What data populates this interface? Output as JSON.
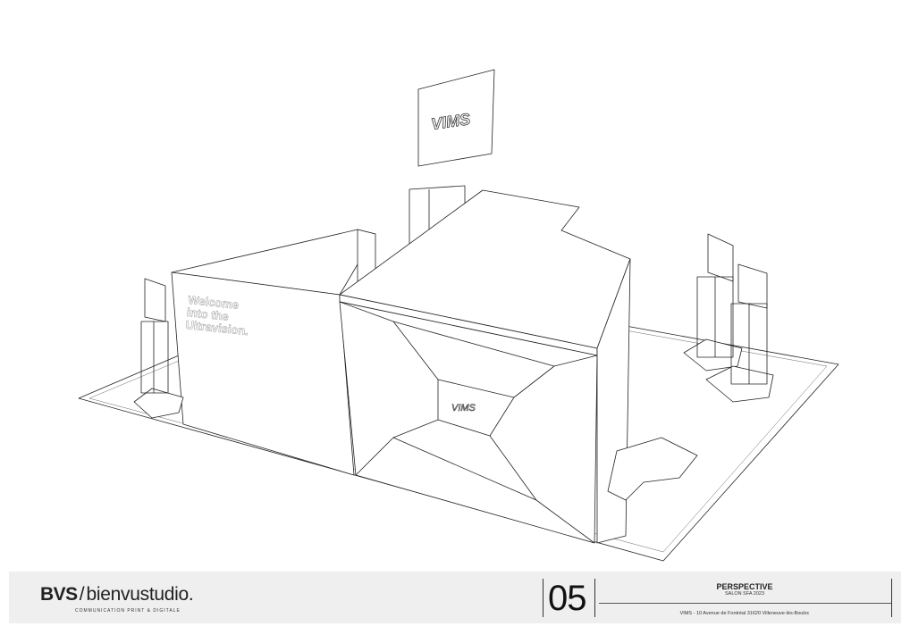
{
  "drawing": {
    "wall_text": [
      "Welcome",
      "into the",
      "Ultravision."
    ],
    "sign_logo": "VIMS",
    "front_logo": "VIMS"
  },
  "title_block": {
    "logo_bold": "BVS",
    "logo_slash": "/",
    "logo_name": "bienvustudio.",
    "tagline": "COMMUNICATION PRINT & DIGITALE",
    "sheet_number": "05",
    "title": "PERSPECTIVE",
    "subtitle": "SALON SFA 2023",
    "address": "VIMS - 10 Avenue de Fontréal 31620 Villeneuve-lès-Bouloc"
  }
}
